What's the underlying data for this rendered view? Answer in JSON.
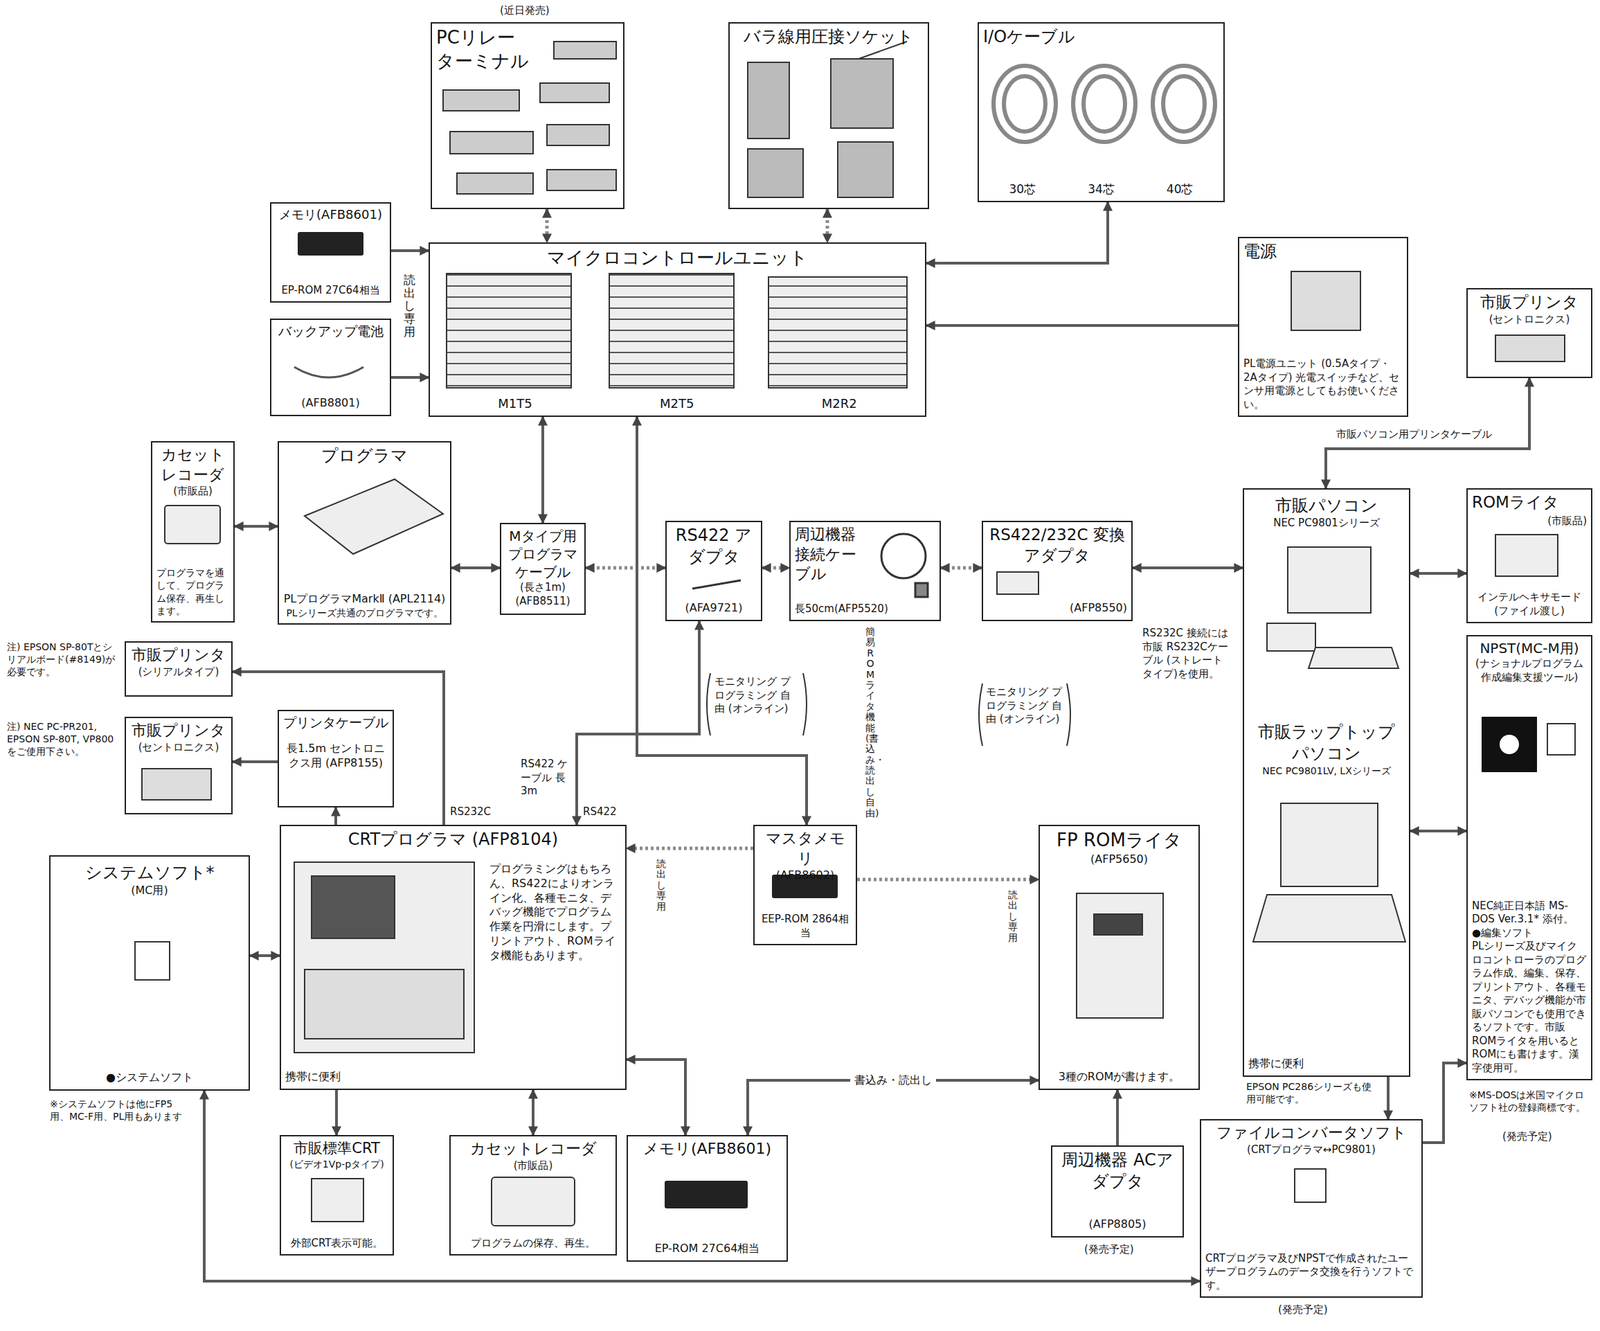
{
  "diagram": {
    "nodes": [
      {
        "text": [
          "PCリレー ターミナル"
        ]
      },
      {
        "text": [
          "バラ線用圧接ソケット"
        ]
      },
      {
        "text": [
          "I/Oケーブル",
          "30芯",
          "34芯",
          "40芯"
        ]
      },
      {
        "text": [
          "メモリ(AFB8601)",
          "EP-ROM 27C64相当"
        ]
      },
      {
        "text": [
          "マイクロコントロールユニット",
          "M1T5",
          "M2T5",
          "M2R2"
        ]
      },
      {
        "text": [
          "電源",
          "PL電源ユニット (0.5Aタイプ・2Aタイプ) 光電スイッチなど、センサ用電源としてもお使いください。"
        ]
      },
      {
        "text": [
          "バックアップ電池",
          "(AFB8801)"
        ]
      },
      {
        "text": [
          "市販プリンタ",
          "(セントロニクス)"
        ]
      },
      {
        "text": [
          "カセット レコーダ",
          "(市販品)",
          "プログラマを通して、プログラム保存、再生します。"
        ]
      },
      {
        "text": [
          "プログラマ",
          "PLプログラマMarkⅡ (APL2114)",
          "PLシリーズ共通のプログラマです。"
        ]
      },
      {
        "text": [
          "Mタイプ用 プログラマ ケーブル",
          "(長さ1m)",
          "(AFB8511)"
        ]
      },
      {
        "text": [
          "RS422 アダプタ",
          "(AFA9721)"
        ]
      },
      {
        "text": [
          "周辺機器 接続ケー ブル",
          "長50cm(AFP5520)"
        ]
      },
      {
        "text": [
          "RS422/232C 変換 アダプタ",
          "(AFP8550)"
        ]
      },
      {
        "text": [
          "市販パソコン",
          "NEC PC9801シリーズ",
          "市販ラップトップ パソコン",
          "NEC PC9801LV, LXシリーズ",
          "携帯に便利"
        ]
      },
      {
        "text": [
          "ROMライタ",
          "(市販品)",
          "インテルヘキサモード (ファイル渡し)"
        ]
      },
      {
        "text": [
          "NPST(MC-M用)",
          "(ナショナルプログラム作成編集支援ツール)",
          "NEC純正日本語 MS-DOS Ver.3.1* 添付。",
          "●編集ソフト",
          "PLシリーズ及びマイクロコントローラのプログラム作成、編集、保存、プリントアウト、各種モニタ、デバッグ機能が市販パソコンでも使用できるソフトです。市販ROMライタを用いるとROMにも書けます。漢字使用可。"
        ]
      },
      {
        "text": [
          "市販プリンタ",
          "(シリアルタイプ)"
        ]
      },
      {
        "text": [
          "市販プリンタ",
          "(セントロニクス)"
        ]
      },
      {
        "text": [
          "プリンタケーブル",
          "長1.5m セントロニクス用 (AFP8155)"
        ]
      },
      {
        "text": [
          "システムソフト*",
          "(MC用)",
          "●システムソフト"
        ]
      },
      {
        "text": [
          "CRTプログラマ (AFP8104)",
          "プログラミングはもちろん、RS422によりオンライン化、各種モニタ、デバッグ機能でプログラム作業を円滑にします。プリントアウト、ROMライタ機能もあります。",
          "携帯に便利"
        ]
      },
      {
        "text": [
          "マスタメモリ",
          "(AFB8602)",
          "EEP-ROM 2864相当"
        ]
      },
      {
        "text": [
          "FP ROMライタ",
          "(AFP5650)",
          "3種のROMが書けます。"
        ]
      },
      {
        "text": [
          "市販標準CRT",
          "(ビデオ1Vp-pタイプ)",
          "外部CRT表示可能。"
        ]
      },
      {
        "text": [
          "カセットレコーダ",
          "(市販品)",
          "プログラムの保存、再生。"
        ]
      },
      {
        "text": [
          "メモリ(AFB8601)",
          "EP-ROM 27C64相当"
        ]
      },
      {
        "text": [
          "周辺機器 ACアダプタ",
          "(AFP8805)"
        ]
      },
      {
        "text": [
          "ファイルコンバータソフト",
          "(CRTプログラマ↔PC9801)",
          "CRTプログラマ及びNPSTで作成されたユーザープログラムのデータ交換を行うソフトです。"
        ]
      }
    ],
    "edges": [
      {
        "from": 0,
        "to": 4,
        "arrow": "both"
      },
      {
        "from": 1,
        "to": 4,
        "arrow": "both"
      },
      {
        "from": 2,
        "to": 4,
        "arrow": "both"
      },
      {
        "from": 3,
        "to": 4,
        "arrow": "to"
      },
      {
        "from": 6,
        "to": 4,
        "arrow": "to"
      },
      {
        "from": 5,
        "to": 4,
        "arrow": "to"
      },
      {
        "from": 4,
        "to": 10,
        "arrow": "both"
      },
      {
        "from": 9,
        "to": 10,
        "arrow": "both"
      },
      {
        "from": 8,
        "to": 9,
        "arrow": "both"
      },
      {
        "from": 10,
        "to": 11,
        "arrow": "both"
      },
      {
        "from": 11,
        "to": 12,
        "arrow": "both"
      },
      {
        "from": 12,
        "to": 13,
        "arrow": "both"
      },
      {
        "from": 13,
        "to": 14,
        "arrow": "both"
      },
      {
        "from": 14,
        "to": 15,
        "arrow": "both"
      },
      {
        "from": 14,
        "to": 16,
        "arrow": "both"
      },
      {
        "from": 14,
        "to": 7,
        "arrow": "both"
      },
      {
        "from": 4,
        "to": 22,
        "arrow": "both"
      },
      {
        "from": 11,
        "to": 21,
        "arrow": "both"
      },
      {
        "from": 21,
        "to": 17,
        "arrow": "to"
      },
      {
        "from": 21,
        "to": 19,
        "arrow": "to"
      },
      {
        "from": 19,
        "to": 18,
        "arrow": "to"
      },
      {
        "from": 20,
        "to": 21,
        "arrow": "both"
      },
      {
        "from": 21,
        "to": 24,
        "arrow": "to"
      },
      {
        "from": 21,
        "to": 25,
        "arrow": "both"
      },
      {
        "from": 22,
        "to": 21,
        "arrow": "to"
      },
      {
        "from": 22,
        "to": 23,
        "arrow": "to"
      },
      {
        "from": 21,
        "to": 26,
        "arrow": "both"
      },
      {
        "from": 26,
        "to": 23,
        "label": "書込み・読出し",
        "arrow": "both"
      },
      {
        "from": 27,
        "to": 23,
        "arrow": "to"
      },
      {
        "from": 14,
        "to": 28,
        "arrow": "to"
      },
      {
        "from": 20,
        "to": 28,
        "arrow": "both"
      },
      {
        "from": 28,
        "to": 16,
        "arrow": "to"
      }
    ],
    "labels": [
      "(近日発売)",
      "読出し専用",
      "注) EPSON SP-80Tとシリアルボード(#8149)が必要です。",
      "注) NEC PC-PR201, EPSON SP-80T, VP800をご使用下さい。",
      "モニタリング プログラミング 自由 (オンライン)",
      "モニタリング プログラミング 自由 (オンライン)",
      "RS232C 接続には市販 RS232Cケーブル (ストレートタイプ)を使用。",
      "市販パソコン用プリンタケーブル",
      "RS422 ケーブル 長3m",
      "簡易ROMライタ機能 (書込み・読出し自由)",
      "RS232C",
      "RS422",
      "読出し専用",
      "読出し専用",
      "※システムソフトは他にFP5用、MC-F用、PL用もあります",
      "EPSON PC286シリーズも使用可能です。",
      "※MS-DOSは米国マイクロソフト社の登録商標です。",
      "(発売予定)",
      "(発売予定)",
      "(発売予定)"
    ]
  }
}
